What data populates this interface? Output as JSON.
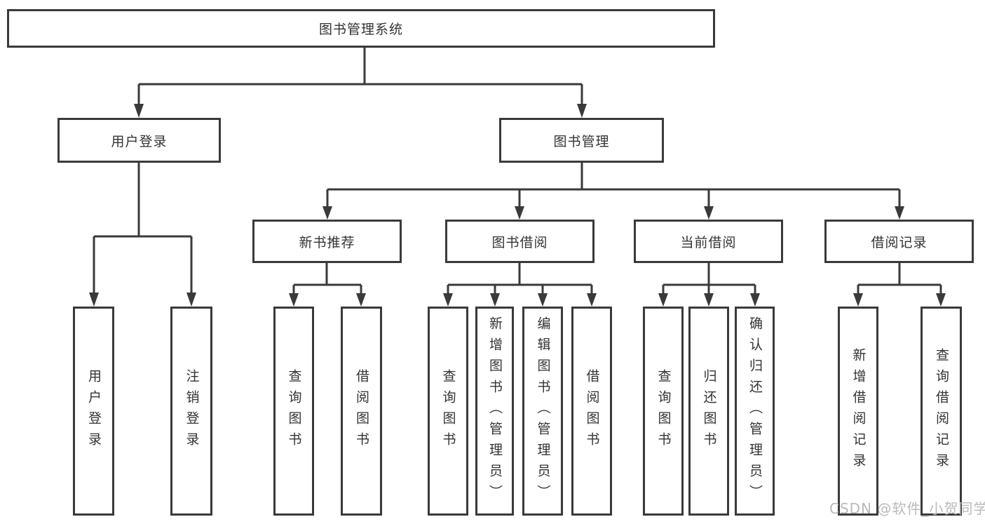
{
  "diagram": {
    "type": "hierarchy-tree",
    "colors": {
      "line": "#3a3a3a",
      "box_border": "#3a3a3a",
      "text": "#333333",
      "background": "#ffffff",
      "watermark": "#b9b9b9"
    },
    "watermark": "CSDN @软件_小贺同学"
  },
  "nodes": {
    "root": "图书管理系统",
    "l2": [
      "用户登录",
      "图书管理"
    ],
    "l3": [
      "新书推荐",
      "图书借阅",
      "当前借阅",
      "借阅记录"
    ],
    "l4": [
      "用户登录",
      "注销登录",
      "查询图书",
      "借阅图书",
      "查询图书",
      "新增图书（管理员）",
      "编辑图书（管理员）",
      "借阅图书",
      "查询图书",
      "归还图书",
      "确认归还（管理员）",
      "新增借阅记录",
      "查询借阅记录"
    ]
  },
  "hierarchy": {
    "label": "图书管理系统",
    "children": [
      {
        "label": "用户登录",
        "children": [
          {
            "label": "用户登录"
          },
          {
            "label": "注销登录"
          }
        ]
      },
      {
        "label": "图书管理",
        "children": [
          {
            "label": "新书推荐",
            "children": [
              {
                "label": "查询图书"
              },
              {
                "label": "借阅图书"
              }
            ]
          },
          {
            "label": "图书借阅",
            "children": [
              {
                "label": "查询图书"
              },
              {
                "label": "新增图书（管理员）"
              },
              {
                "label": "编辑图书（管理员）"
              },
              {
                "label": "借阅图书"
              }
            ]
          },
          {
            "label": "当前借阅",
            "children": [
              {
                "label": "查询图书"
              },
              {
                "label": "归还图书"
              },
              {
                "label": "确认归还（管理员）"
              }
            ]
          },
          {
            "label": "借阅记录",
            "children": [
              {
                "label": "新增借阅记录"
              },
              {
                "label": "查询借阅记录"
              }
            ]
          }
        ]
      }
    ]
  }
}
